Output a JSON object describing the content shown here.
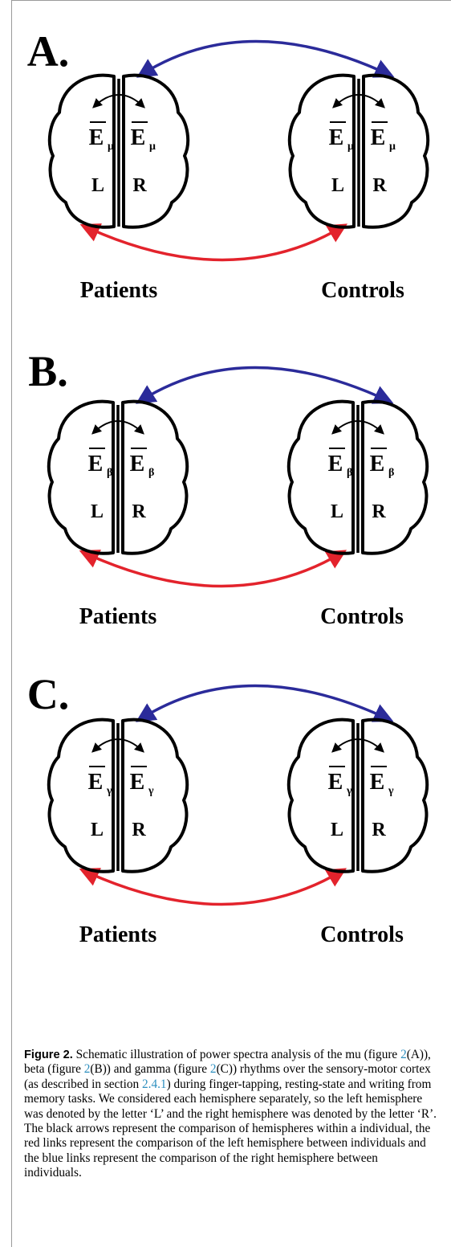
{
  "panels": [
    {
      "letter": "A.",
      "sub": "μ",
      "left_label": "L",
      "right_label": "R",
      "group_left": "Patients",
      "group_right": "Controls"
    },
    {
      "letter": "B.",
      "sub": "β",
      "left_label": "L",
      "right_label": "R",
      "group_left": "Patients",
      "group_right": "Controls"
    },
    {
      "letter": "C.",
      "sub": "γ",
      "left_label": "L",
      "right_label": "R",
      "group_left": "Patients",
      "group_right": "Controls"
    }
  ],
  "energy_symbol": "E",
  "colors": {
    "blue_link": "#2b2b9a",
    "red_link": "#e3232c",
    "ref_link": "#2e8fbf"
  },
  "caption": {
    "label": "Figure 2.",
    "t1": " Schematic illustration of power spectra analysis of the mu (figure ",
    "r1": "2",
    "t2": "(A)), beta (figure ",
    "r2": "2",
    "t3": "(B)) and gamma (figure ",
    "r3": "2",
    "t4": "(C)) rhythms over the sensory-motor cortex (as described in section ",
    "r4": "2.4.1",
    "t5": ") during finger-tapping, resting-state and writing from memory tasks. We considered each hemisphere separately, so the left hemisphere was denoted by the letter ‘L’ and the right hemisphere was denoted by the letter ‘R’. The black arrows represent the comparison of hemispheres within a individual, the red links represent the comparison of the left hemisphere between individuals and the blue links represent the comparison of the right hemisphere between individuals."
  }
}
